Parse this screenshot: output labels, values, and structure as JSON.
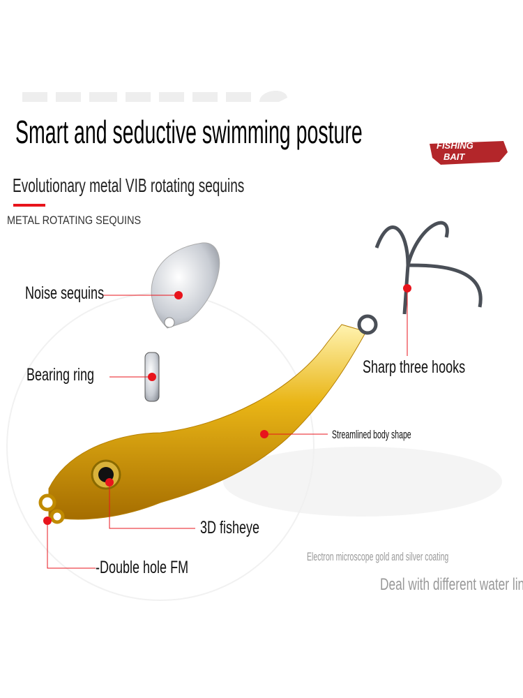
{
  "header": {
    "title": "Smart and seductive swimming posture",
    "subtitle": "Evolutionary metal VIB rotating sequins",
    "caption": "METAL ROTATING SEQUINS"
  },
  "logo": {
    "line1": "FISHING",
    "line2": "BAIT",
    "color": "#b3262a"
  },
  "labels": {
    "noise": "Noise sequins",
    "ring": "Bearing ring",
    "hooks": "Sharp three hooks",
    "body": "Streamlined body shape",
    "eye": "3D fisheye",
    "hole": "-Double hole FM"
  },
  "footer": {
    "coating": "Electron microscope gold and silver coating",
    "water": "Deal with different water lines"
  },
  "colors": {
    "accent": "#e8141c",
    "gold": "#e0a810",
    "silver": "#c9ccd2"
  }
}
